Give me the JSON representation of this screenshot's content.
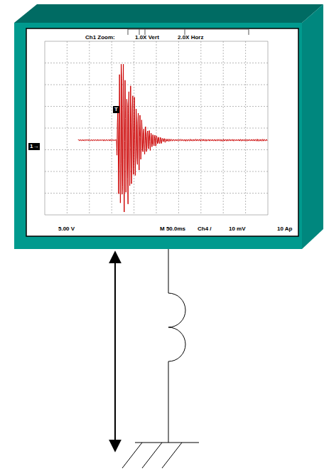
{
  "diagram": {
    "labels": [
      "Ch1 Zoom:",
      "1.0X Vert",
      "2.0X Horz",
      "T",
      "1→",
      "5.00 V",
      "M 50.0ms",
      "Ch4 /",
      "10 mV",
      "10 Ap"
    ]
  }
}
